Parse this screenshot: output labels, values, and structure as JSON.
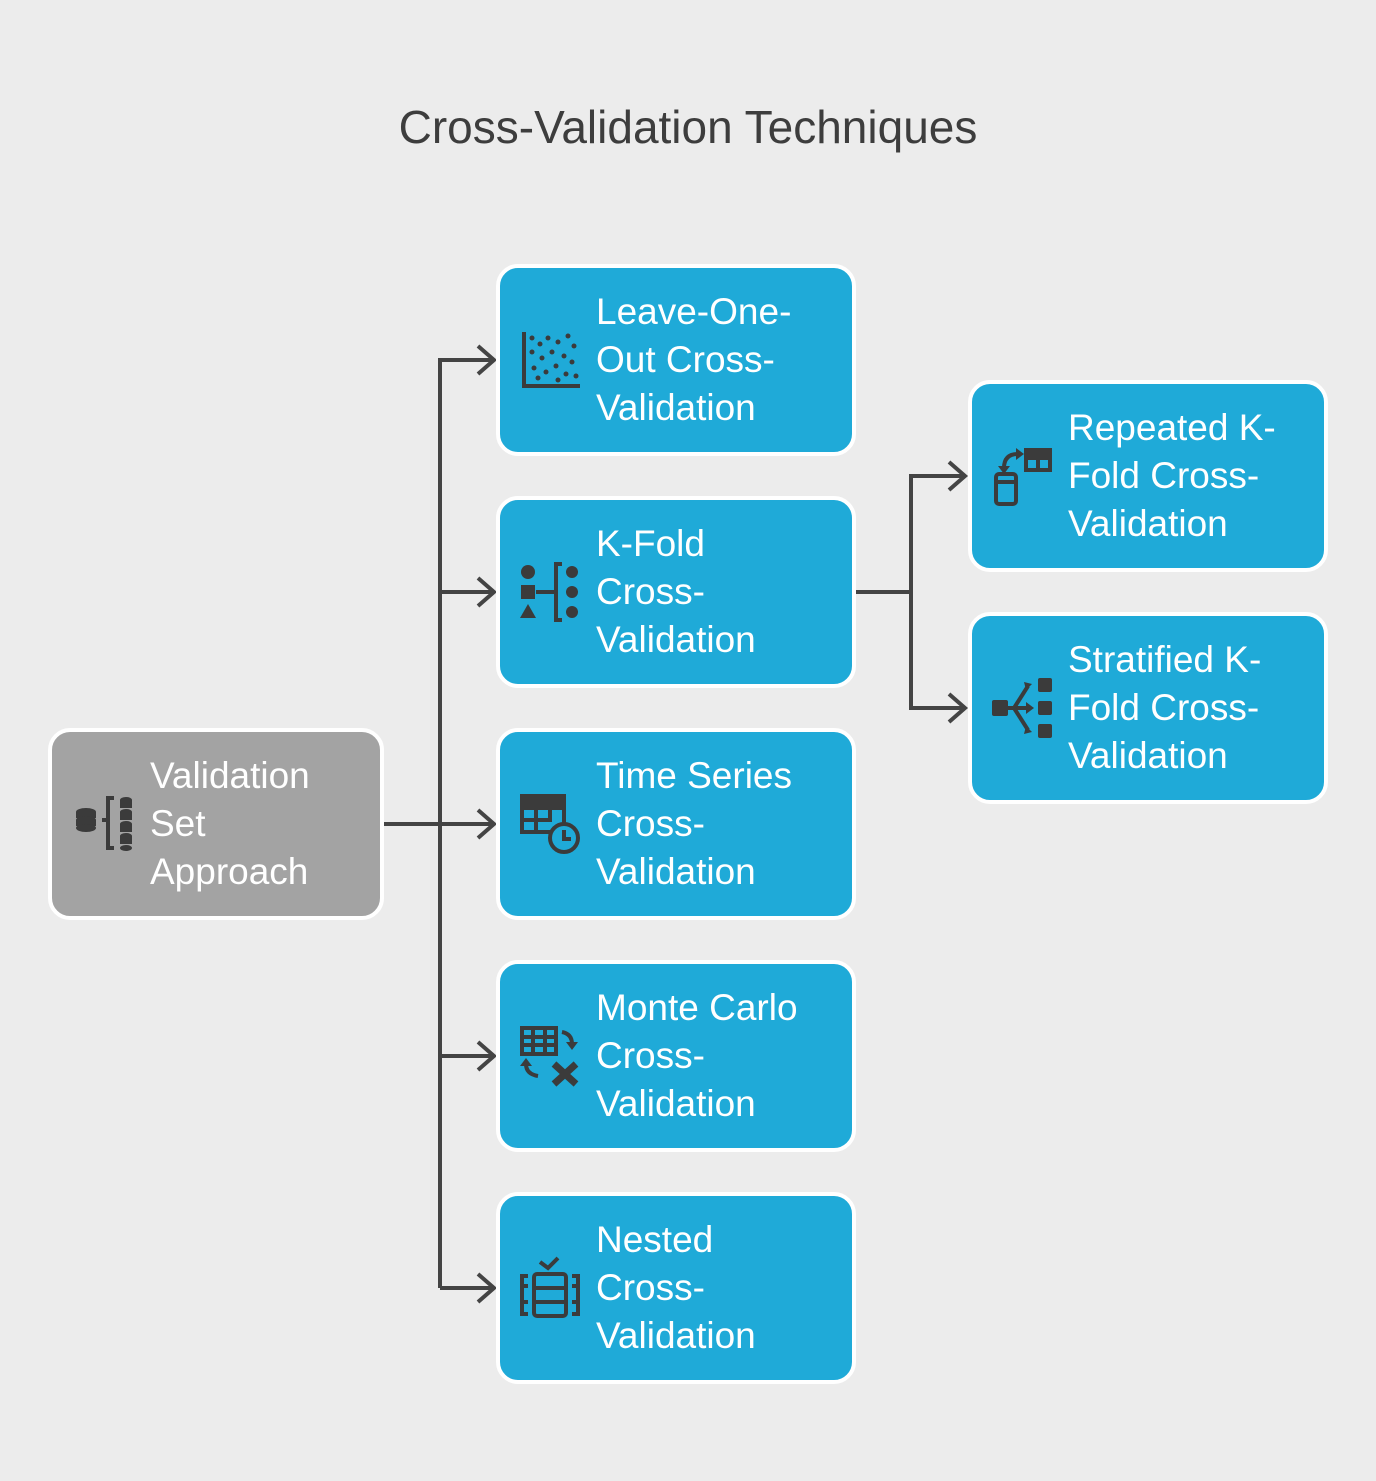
{
  "title": "Cross-Validation Techniques",
  "colors": {
    "node": "#1faad8",
    "root": "#a3a3a3",
    "connector": "#444444",
    "icon": "#3b3b3b"
  },
  "nodes": {
    "validation_set": {
      "label": "Validation\nSet\nApproach",
      "icon": "database-split-icon"
    },
    "loocv": {
      "label": "Leave-One-\nOut Cross-\nValidation",
      "icon": "scatter-plot-icon"
    },
    "kfold": {
      "label": "K-Fold\nCross-\nValidation",
      "icon": "fold-groups-icon"
    },
    "time_series": {
      "label": "Time Series\nCross-\nValidation",
      "icon": "table-clock-icon"
    },
    "monte_carlo": {
      "label": "Monte Carlo\nCross-\nValidation",
      "icon": "table-shuffle-icon"
    },
    "nested": {
      "label": "Nested\nCross-\nValidation",
      "icon": "nested-container-icon"
    },
    "repeated_kfold": {
      "label": "Repeated K-\nFold Cross-\nValidation",
      "icon": "device-repeat-icon"
    },
    "stratified_kfold": {
      "label": "Stratified K-\nFold Cross-\nValidation",
      "icon": "stratify-branch-icon"
    }
  }
}
